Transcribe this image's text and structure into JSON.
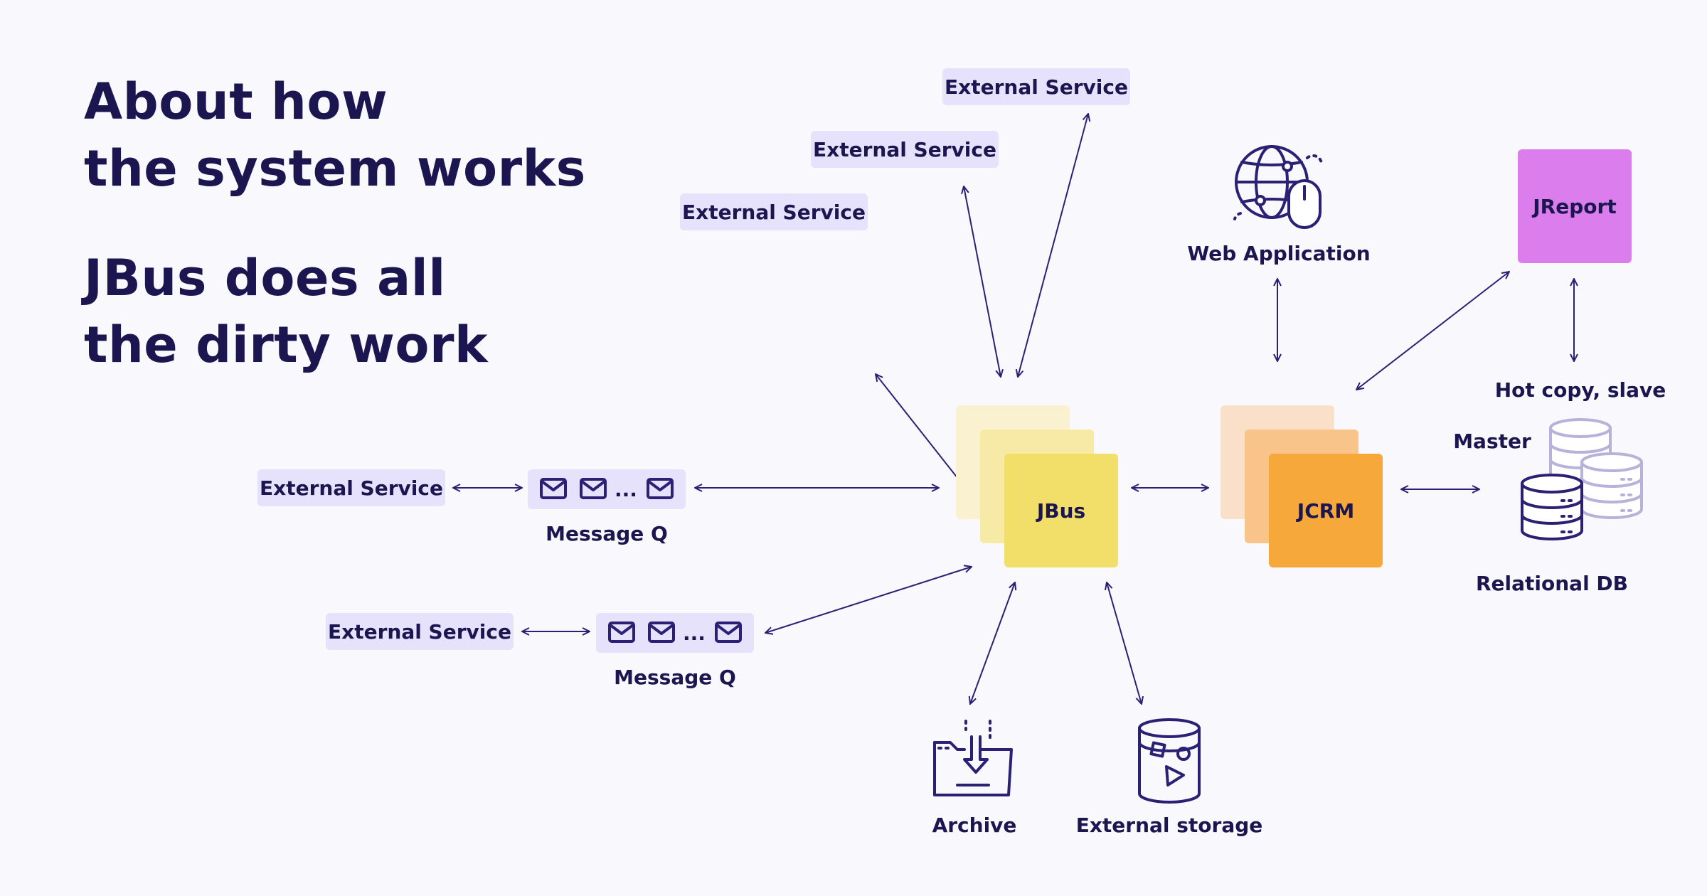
{
  "heading": {
    "line1": "About how",
    "line2": "the system works",
    "line3": "JBus does all",
    "line4": "the dirty work"
  },
  "colors": {
    "background": "#F9F8FD",
    "text": "#1C1650",
    "pill": "#E6E2FB",
    "jbus_front": "#F2DF6A",
    "jbus_mid": "#F6EAA6",
    "jbus_back": "#F9F1D0",
    "jcrm_front": "#F7A83A",
    "jcrm_mid": "#F8C48A",
    "jcrm_back": "#FAE0C8",
    "jreport": "#DC7DEE",
    "icon": "#2A2175"
  },
  "services": {
    "top1": "External Service",
    "top2": "External Service",
    "top3": "External Service",
    "left1": "External Service",
    "left2": "External Service"
  },
  "queues": {
    "q1_label": "Message Q",
    "q2_label": "Message Q",
    "ellipsis": "..."
  },
  "nodes": {
    "jbus": "JBus",
    "jcrm": "JCRM",
    "jreport": "JReport",
    "web_app": "Web Application",
    "hot_copy": "Hot copy, slave",
    "master": "Master",
    "relational_db": "Relational DB",
    "archive": "Archive",
    "external_storage": "External storage"
  },
  "icons": {
    "web_app": "globe-mouse-icon",
    "db": "database-stack-icon",
    "archive": "archive-tray-icon",
    "storage": "storage-cylinder-icon",
    "message": "envelope-icon"
  }
}
